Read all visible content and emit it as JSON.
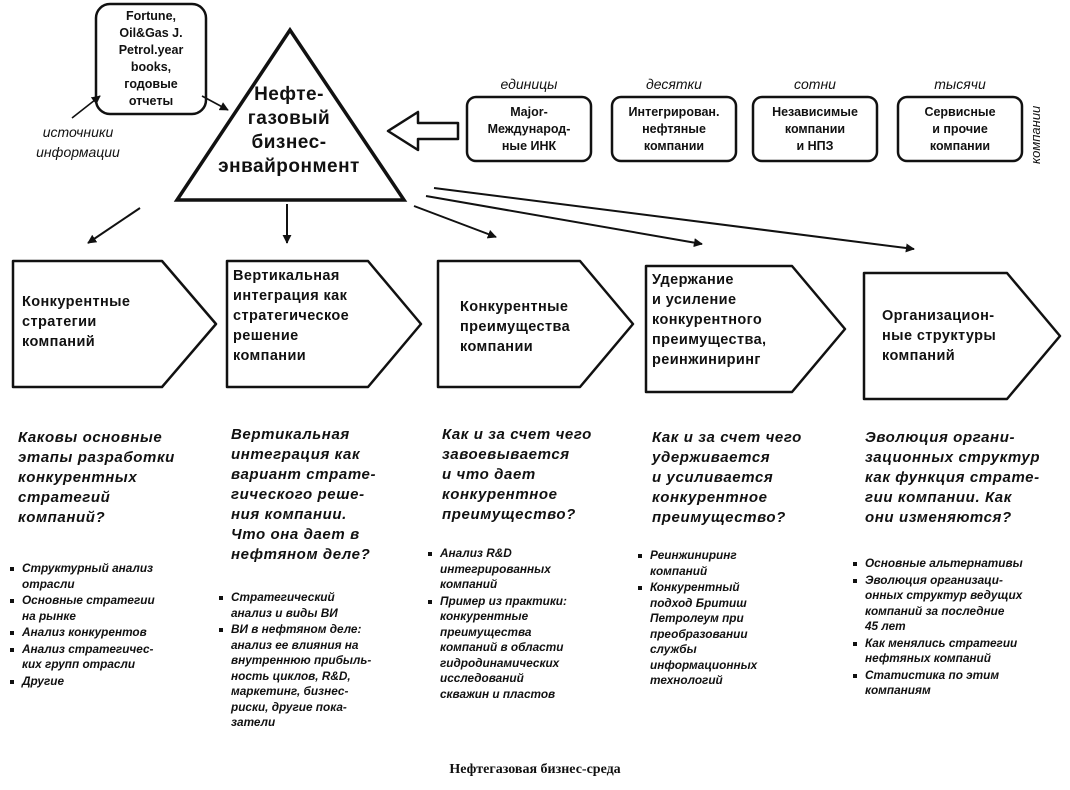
{
  "sources": {
    "box_text": "Fortune,\nOil&Gas J.\nPetrol.year\nbooks,\nгодовые\nотчеты",
    "label": "источники\nинформации"
  },
  "environment": {
    "title": "Нефте-\nгазовый\nбизнес-\nэнвайронмент"
  },
  "company_tiers": [
    {
      "scale": "единицы",
      "name": "Major-\nМеждународ-\nные ИНК"
    },
    {
      "scale": "десятки",
      "name": "Интегрирован.\nнефтяные\nкомпании"
    },
    {
      "scale": "сотни",
      "name": "Независимые\nкомпании\nи НПЗ"
    },
    {
      "scale": "тысячи",
      "name": "Сервисные\nи прочие\nкомпании"
    }
  ],
  "tiers_side_label": "компании",
  "stages": [
    {
      "title": "Конкурентные\nстратегии\nкомпаний",
      "question": "Каковы основные\nэтапы разработки\nконкурентных\nстратегий\nкомпаний?",
      "bullets": [
        "Структурный анализ\nотрасли",
        "Основные стратегии\nна рынке",
        "Анализ конкурентов",
        "Анализ стратегичес-\nких групп отрасли",
        "Другие"
      ]
    },
    {
      "title": "Вертикальная\nинтеграция как\nстратегическое\nрешение\nкомпании",
      "question": "Вертикальная\nинтеграция как\nвариант страте-\nгического реше-\nния компании.\nЧто она дает в\nнефтяном деле?",
      "bullets": [
        "Стратегический\nанализ  и виды ВИ",
        "ВИ в нефтяном деле:\nанализ ее влияния на\nвнутреннюю прибыль-\nность циклов, R&D,\nмаркетинг, бизнес-\nриски, другие пока-\nзатели"
      ]
    },
    {
      "title": "Конкурентные\nпреимущества\nкомпании",
      "question": "Как и за счет чего\nзавоевывается\nи что дает\nконкурентное\nпреимущество?",
      "bullets": [
        "Анализ R&D\nинтегрированных\nкомпаний",
        "Пример из практики:\nконкурентные\nпреимущества\nкомпаний в области\nгидродинамических\nисследований\nскважин и пластов"
      ]
    },
    {
      "title": "Удержание\nи усиление\nконкурентного\nпреимущества,\nреинжиниринг",
      "question": "Как и за счет чего\nудерживается\nи усиливается\nконкурентное\nпреимущество?",
      "bullets": [
        "Реинжиниринг\nкомпаний",
        "Конкурентный\nподход Бритиш\nПетролеум при\nпреобразовании\nслужбы\nинформационных\nтехнологий"
      ]
    },
    {
      "title": "Организацион-\nные структуры\nкомпаний",
      "question": "Эволюция  органи-\nзационных структур\nкак функция страте-\nгии компании.  Как\nони изменяются?",
      "bullets": [
        "Основные альтернативы",
        "Эволюция   организаци-\nонных структур ведущих\nкомпаний за последние\n45 лет",
        "Как менялись стратегии\nнефтяных компаний",
        "Статистика по этим\nкомпаниям"
      ]
    }
  ],
  "caption": "Нефтегазовая бизнес-среда"
}
